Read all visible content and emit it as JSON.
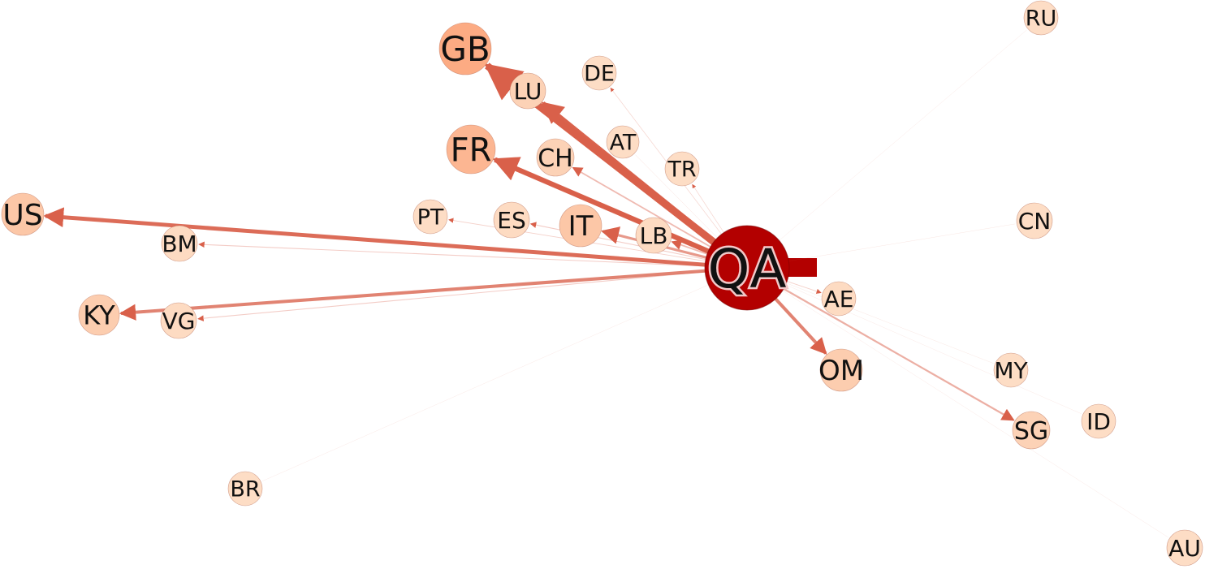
{
  "graph": {
    "hub": "QA",
    "colors": {
      "hub_fill": "#b30000",
      "edge": "#d9604a",
      "node_pale": "#fde8d4",
      "node_mid": "#fcc7a7",
      "node_strong": "#fca57c",
      "node_stroke": "#b56b55",
      "self_loop": "#b30000"
    },
    "nodes": [
      {
        "id": "QA",
        "label": "QA",
        "intensity": 1.0
      },
      {
        "id": "GB",
        "label": "GB",
        "intensity": 0.55
      },
      {
        "id": "LU",
        "label": "LU",
        "intensity": 0.2
      },
      {
        "id": "DE",
        "label": "DE",
        "intensity": 0.1
      },
      {
        "id": "RU",
        "label": "RU",
        "intensity": 0.1
      },
      {
        "id": "FR",
        "label": "FR",
        "intensity": 0.45
      },
      {
        "id": "CH",
        "label": "CH",
        "intensity": 0.2
      },
      {
        "id": "AT",
        "label": "AT",
        "intensity": 0.1
      },
      {
        "id": "TR",
        "label": "TR",
        "intensity": 0.1
      },
      {
        "id": "US",
        "label": "US",
        "intensity": 0.3
      },
      {
        "id": "PT",
        "label": "PT",
        "intensity": 0.1
      },
      {
        "id": "ES",
        "label": "ES",
        "intensity": 0.12
      },
      {
        "id": "IT",
        "label": "IT",
        "intensity": 0.3
      },
      {
        "id": "LB",
        "label": "LB",
        "intensity": 0.12
      },
      {
        "id": "CN",
        "label": "CN",
        "intensity": 0.1
      },
      {
        "id": "BM",
        "label": "BM",
        "intensity": 0.12
      },
      {
        "id": "KY",
        "label": "KY",
        "intensity": 0.25
      },
      {
        "id": "VG",
        "label": "VG",
        "intensity": 0.12
      },
      {
        "id": "AE",
        "label": "AE",
        "intensity": 0.12
      },
      {
        "id": "OM",
        "label": "OM",
        "intensity": 0.25
      },
      {
        "id": "MY",
        "label": "MY",
        "intensity": 0.1
      },
      {
        "id": "SG",
        "label": "SG",
        "intensity": 0.2
      },
      {
        "id": "ID",
        "label": "ID",
        "intensity": 0.1
      },
      {
        "id": "BR",
        "label": "BR",
        "intensity": 0.1
      },
      {
        "id": "AU",
        "label": "AU",
        "intensity": 0.1
      }
    ],
    "edges": [
      {
        "from": "QA",
        "to": "GB",
        "weight": 1.0
      },
      {
        "from": "QA",
        "to": "LU",
        "weight": 0.6
      },
      {
        "from": "QA",
        "to": "FR",
        "weight": 0.7
      },
      {
        "from": "QA",
        "to": "US",
        "weight": 0.55
      },
      {
        "from": "QA",
        "to": "KY",
        "weight": 0.45
      },
      {
        "from": "QA",
        "to": "OM",
        "weight": 0.45
      },
      {
        "from": "QA",
        "to": "IT",
        "weight": 0.35
      },
      {
        "from": "QA",
        "to": "SG",
        "weight": 0.25
      },
      {
        "from": "QA",
        "to": "CH",
        "weight": 0.2
      },
      {
        "from": "QA",
        "to": "LB",
        "weight": 0.2
      },
      {
        "from": "QA",
        "to": "ES",
        "weight": 0.12
      },
      {
        "from": "QA",
        "to": "PT",
        "weight": 0.1
      },
      {
        "from": "QA",
        "to": "BM",
        "weight": 0.12
      },
      {
        "from": "QA",
        "to": "VG",
        "weight": 0.12
      },
      {
        "from": "QA",
        "to": "DE",
        "weight": 0.08
      },
      {
        "from": "QA",
        "to": "TR",
        "weight": 0.08
      },
      {
        "from": "QA",
        "to": "AT",
        "weight": 0.05
      },
      {
        "from": "QA",
        "to": "AE",
        "weight": 0.1
      },
      {
        "from": "QA",
        "to": "MY",
        "weight": 0.03
      },
      {
        "from": "QA",
        "to": "CN",
        "weight": 0.03
      },
      {
        "from": "QA",
        "to": "RU",
        "weight": 0.02
      },
      {
        "from": "QA",
        "to": "BR",
        "weight": 0.02
      },
      {
        "from": "QA",
        "to": "ID",
        "weight": 0.02
      },
      {
        "from": "QA",
        "to": "AU",
        "weight": 0.02
      }
    ]
  }
}
